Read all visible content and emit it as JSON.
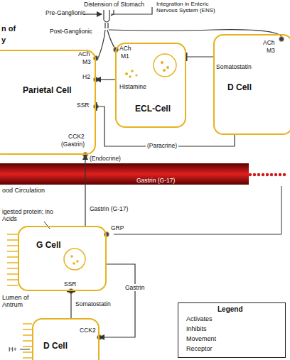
{
  "diagram": {
    "nodes": [
      {
        "text": [
          "Parietal Cell"
        ]
      },
      {
        "text": [
          "ECL-Cell"
        ]
      },
      {
        "text": [
          "D Cell"
        ]
      },
      {
        "text": [
          "G Cell"
        ]
      },
      {
        "text": [
          "D Cell"
        ]
      }
    ],
    "edges": [
      {
        "from": 1,
        "to": 0,
        "arrow": "to"
      },
      {
        "from": 2,
        "to": 1,
        "arrow": "to"
      },
      {
        "from": 2,
        "to": 0,
        "label": "(Paracrine)",
        "arrow": "to"
      },
      {
        "from": 3,
        "to": 0,
        "label": "(Endocrine)",
        "arrow": "to"
      },
      {
        "from": 4,
        "to": 3,
        "arrow": "to"
      },
      {
        "from": 3,
        "to": 4,
        "label": "Gastrin",
        "arrow": "to"
      }
    ],
    "labels": [
      "n of",
      "y",
      "Distension of Stomach",
      "Integration in Enteric Nervous System (ENS)",
      "Pre-Ganglionic",
      "Post-Ganglionic",
      "ACh",
      "M3",
      "H2",
      "SSR",
      "CCK2",
      "(Gastrin)",
      "ACh",
      "M1",
      "Histamine",
      "ACh",
      "M3",
      "Somatostatin",
      "ood Circulation",
      "Gastrin (G-17)",
      "Gastrin (G-17)",
      "igested protein; ino Acids",
      "GRP",
      "SSR",
      "Somatostatin",
      "CCK2",
      "Lumen of Antrum",
      "H+",
      "Legend"
    ],
    "legend": [
      {
        "text": "Activates"
      },
      {
        "text": "Inhibits"
      },
      {
        "text": "Movement"
      },
      {
        "text": "Receptor"
      }
    ]
  }
}
